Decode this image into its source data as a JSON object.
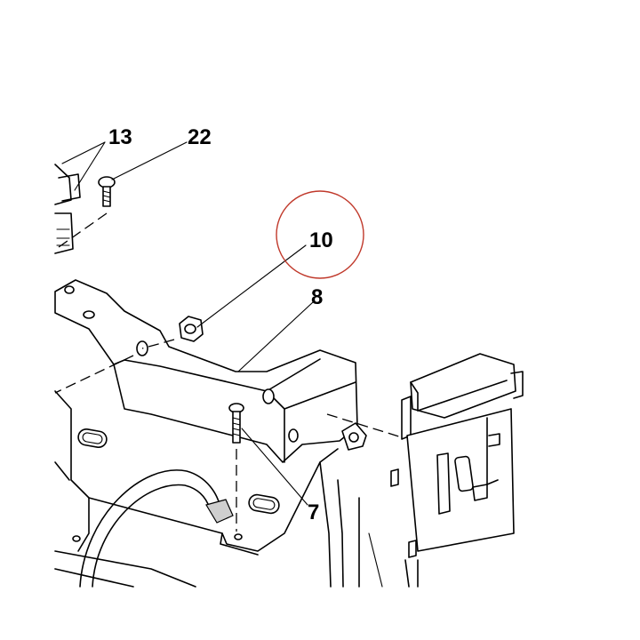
{
  "callouts": {
    "c13": "13",
    "c22": "22",
    "c10": "10",
    "c8": "8",
    "c7": "7"
  },
  "colors": {
    "line": "#000000",
    "highlight_circle": "#c0392b",
    "background": "#ffffff"
  },
  "highlighted_callout": "10"
}
